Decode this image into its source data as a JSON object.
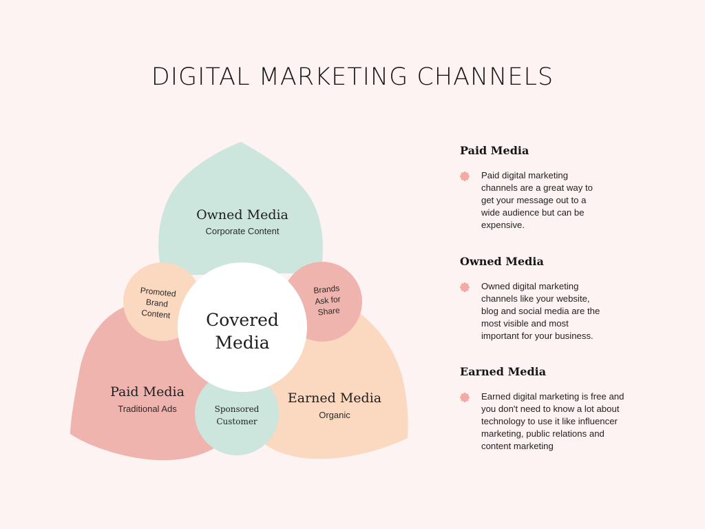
{
  "title": "DIGITAL MARKETING CHANNELS",
  "diagram": {
    "center": {
      "line1": "Covered",
      "line2": "Media"
    },
    "owned": {
      "title": "Owned Media",
      "subtitle": "Corporate Content"
    },
    "paid": {
      "title": "Paid Media",
      "subtitle": "Traditional Ads"
    },
    "earned": {
      "title": "Earned Media",
      "subtitle": "Organic"
    },
    "promoted": {
      "lines": [
        "Promoted",
        "Brand",
        "Content"
      ]
    },
    "brands": {
      "lines": [
        "Brands",
        "Ask for",
        "Share"
      ]
    },
    "sponsored": {
      "lines": [
        "Sponsored",
        "Customer"
      ]
    }
  },
  "sections": [
    {
      "heading": "Paid Media",
      "lines": [
        "Paid digital marketing",
        "channels are a great way to",
        "get your message out to a",
        "wide audience but can be",
        "expensive."
      ]
    },
    {
      "heading": "Owned Media",
      "lines": [
        "Owned digital marketing",
        "channels like your website,",
        "blog and social media are the",
        "most visible and most",
        "important for your business."
      ]
    },
    {
      "heading": "Earned Media",
      "lines": [
        "Earned digital marketing is free and",
        "you don't need to know a lot about",
        "technology to use it like influencer",
        "marketing, public relations and",
        "content marketing"
      ]
    }
  ],
  "colors": {
    "background": "#fdf3f3",
    "owned": "#cde6dd",
    "paid": "#f0b4ae",
    "earned": "#fbd8c0",
    "center": "#ffffff",
    "bullet": "#f2aaa3"
  }
}
